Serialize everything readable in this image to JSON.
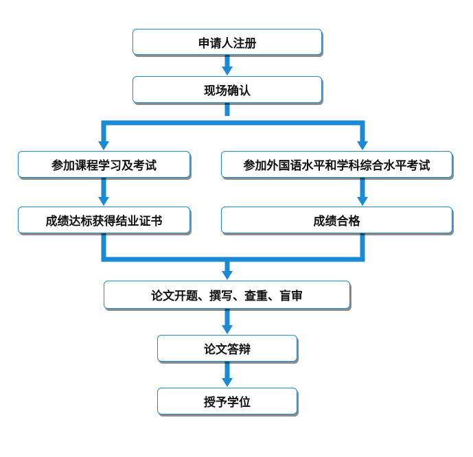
{
  "colors": {
    "connector": "#1a8ad4",
    "border": "#1f8ad0"
  },
  "nodes": {
    "register": "申请人注册",
    "confirm": "现场确认",
    "courses": "参加课程学习及考试",
    "language": "参加外国语水平和学科综合水平考试",
    "certificate": "成绩达标获得结业证书",
    "pass": "成绩合格",
    "thesis": "论文开题、撰写、查重、盲审",
    "defense": "论文答辩",
    "degree": "授予学位"
  }
}
